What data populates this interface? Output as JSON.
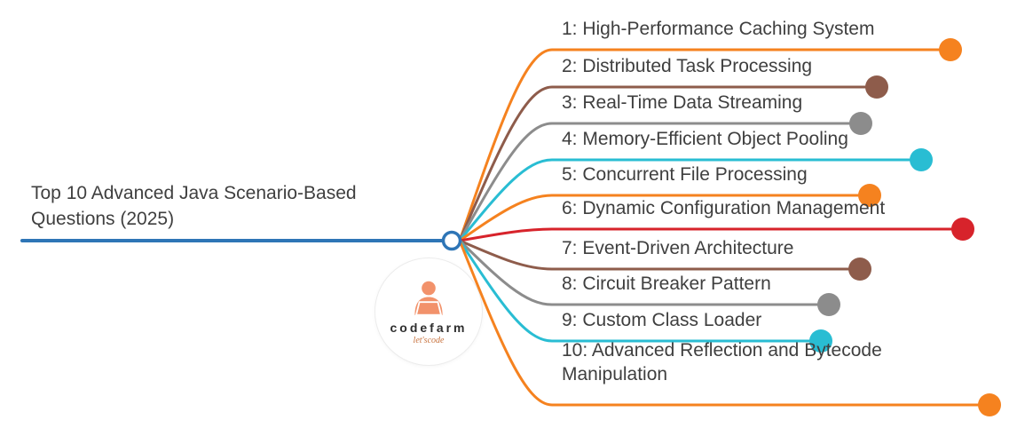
{
  "title": {
    "text": "Top 10 Advanced Java Scenario-Based Questions (2025)"
  },
  "root": {
    "line_color": "#2e75b6",
    "node_fill": "#ffffff"
  },
  "text_color": "#3f3f3f",
  "logo": {
    "brand": "codefarm",
    "tagline": "let'scode",
    "icon": "person-at-laptop-icon",
    "icon_color": "#f2926b",
    "brand_color": "#2e2e2e",
    "tagline_color": "#c8733f"
  },
  "branches": [
    {
      "label": "1: High-Performance Caching System",
      "color": "#f5821f"
    },
    {
      "label": "2: Distributed Task Processing",
      "color": "#8e5c4b"
    },
    {
      "label": "3: Real-Time Data Streaming",
      "color": "#8c8c8c"
    },
    {
      "label": "4: Memory-Efficient Object Pooling",
      "color": "#29bdd3"
    },
    {
      "label": "5: Concurrent File Processing",
      "color": "#f5821f"
    },
    {
      "label": "6: Dynamic Configuration Management",
      "color": "#d7232b"
    },
    {
      "label": "7: Event-Driven Architecture",
      "color": "#8e5c4b"
    },
    {
      "label": "8: Circuit Breaker Pattern",
      "color": "#8c8c8c"
    },
    {
      "label": "9: Custom Class Loader",
      "color": "#29bdd3"
    },
    {
      "label": "10: Advanced Reflection and Bytecode Manipulation",
      "color": "#f5821f"
    }
  ]
}
